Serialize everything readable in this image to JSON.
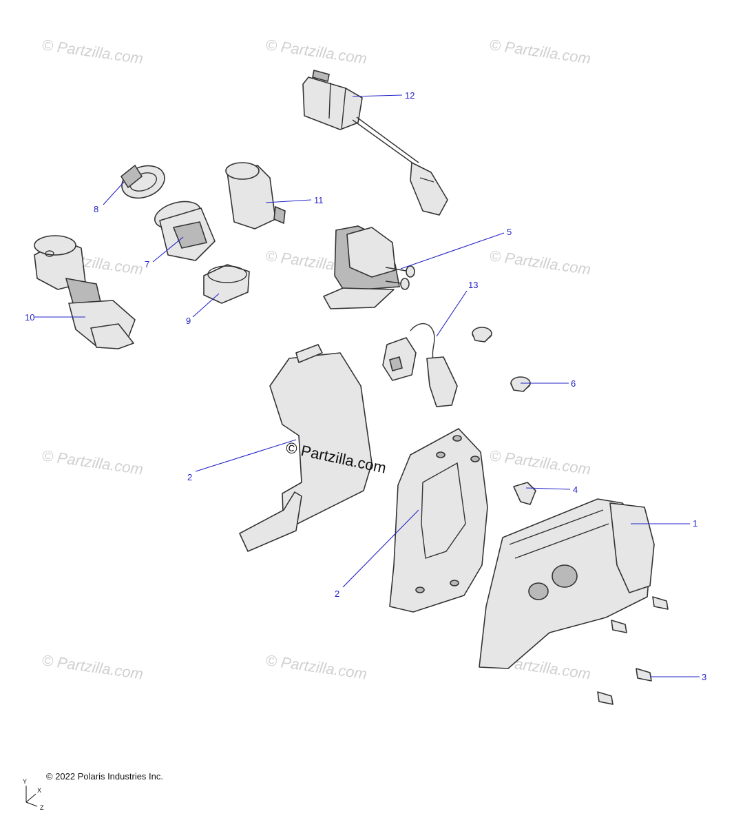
{
  "watermark": "© Partzilla.com",
  "copyright": "© 2022 Polaris Industries Inc.",
  "axes": {
    "y": "Y",
    "x": "X",
    "z": "Z"
  },
  "callouts": [
    {
      "id": "12",
      "label": "12"
    },
    {
      "id": "8",
      "label": "8"
    },
    {
      "id": "11",
      "label": "11"
    },
    {
      "id": "7",
      "label": "7"
    },
    {
      "id": "5",
      "label": "5"
    },
    {
      "id": "10",
      "label": "10"
    },
    {
      "id": "9",
      "label": "9"
    },
    {
      "id": "13",
      "label": "13"
    },
    {
      "id": "6",
      "label": "6"
    },
    {
      "id": "2a",
      "label": "2"
    },
    {
      "id": "4",
      "label": "4"
    },
    {
      "id": "1",
      "label": "1"
    },
    {
      "id": "2b",
      "label": "2"
    },
    {
      "id": "3",
      "label": "3"
    }
  ]
}
